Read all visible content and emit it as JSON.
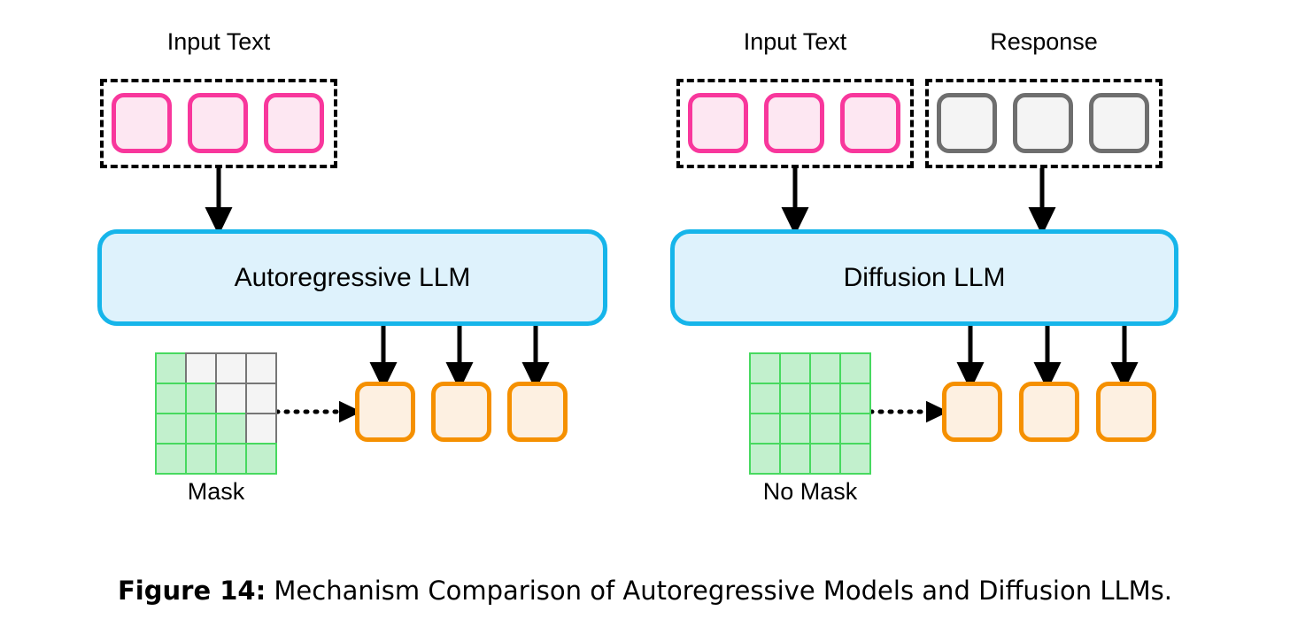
{
  "figure": {
    "caption_prefix": "Figure 14:",
    "caption_text": "Mechanism Comparison of Autoregressive Models and Diffusion LLMs.",
    "background_color": "#ffffff"
  },
  "colors": {
    "pink_border": "#F8379C",
    "pink_fill": "#FDE7F2",
    "gray_border": "#6E6E6E",
    "gray_fill": "#F4F4F4",
    "orange_border": "#F59000",
    "orange_fill": "#FDF0E1",
    "blue_border": "#16B5EA",
    "blue_fill": "#DEF2FC",
    "green_border": "#47D95F",
    "green_fill": "#C2F0CD",
    "arrow_color": "#000000",
    "dashed_border": "#000000"
  },
  "panels": [
    {
      "id": "autoregressive",
      "model_label": "Autoregressive LLM",
      "mask_label": "Mask",
      "input_groups": [
        {
          "id": "input-text",
          "label": "Input Text",
          "token_style": "pink",
          "token_count": 3
        }
      ],
      "output_tokens": {
        "style": "orange",
        "count": 3
      },
      "mask": {
        "rows": 4,
        "cols": 4,
        "type": "causal-lower-triangular",
        "cells": [
          [
            1,
            0,
            0,
            0
          ],
          [
            1,
            1,
            0,
            0
          ],
          [
            1,
            1,
            1,
            0
          ],
          [
            1,
            1,
            1,
            1
          ]
        ]
      }
    },
    {
      "id": "diffusion",
      "model_label": "Diffusion LLM",
      "mask_label": "No Mask",
      "input_groups": [
        {
          "id": "input-text",
          "label": "Input Text",
          "token_style": "pink",
          "token_count": 3
        },
        {
          "id": "response",
          "label": "Response",
          "token_style": "gray",
          "token_count": 3
        }
      ],
      "output_tokens": {
        "style": "orange",
        "count": 3
      },
      "mask": {
        "rows": 4,
        "cols": 4,
        "type": "full-bidirectional",
        "cells": [
          [
            1,
            1,
            1,
            1
          ],
          [
            1,
            1,
            1,
            1
          ],
          [
            1,
            1,
            1,
            1
          ],
          [
            1,
            1,
            1,
            1
          ]
        ]
      }
    }
  ]
}
